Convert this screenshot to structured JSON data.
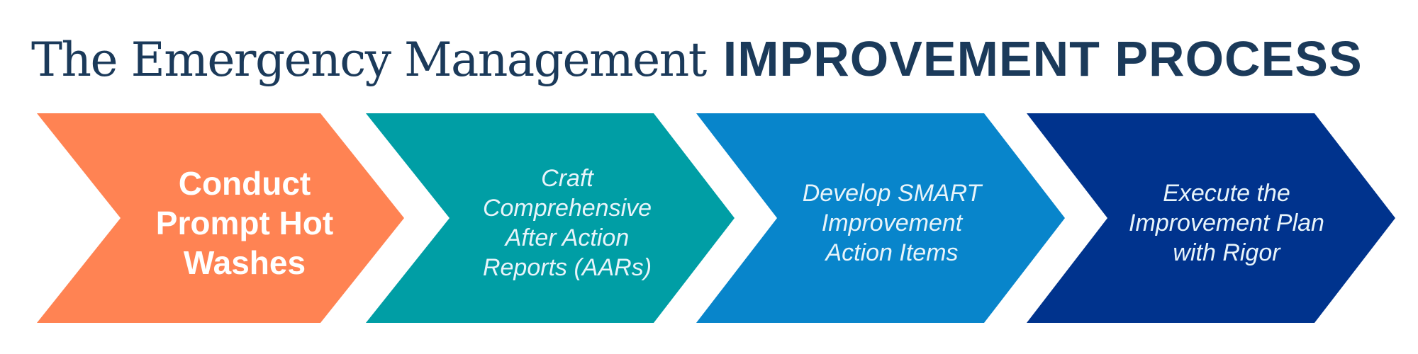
{
  "title": {
    "prefix": "The Emergency Management",
    "emphasis": "IMPROVEMENT PROCESS"
  },
  "steps": [
    {
      "label": "Conduct Prompt Hot Washes",
      "color": "#ff8353",
      "emphasized": true
    },
    {
      "label": "Craft Comprehensive After Action Reports (AARs)",
      "color": "#009ea5",
      "emphasized": false
    },
    {
      "label": "Develop SMART Improvement Action Items",
      "color": "#0885cb",
      "emphasized": false
    },
    {
      "label": "Execute the Improvement Plan with Rigor",
      "color": "#00338d",
      "emphasized": false
    }
  ]
}
